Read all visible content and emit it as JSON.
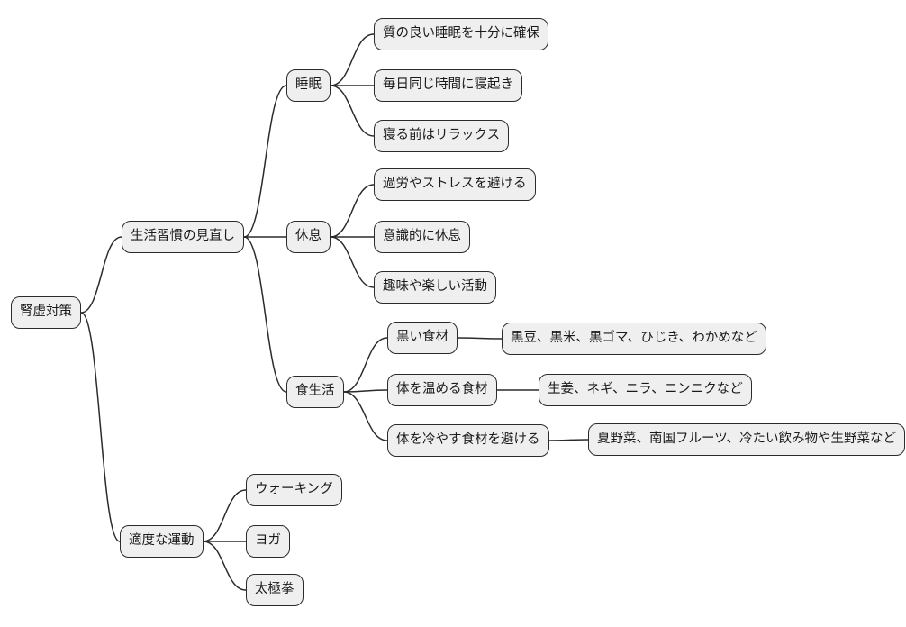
{
  "mindmap": {
    "root": {
      "label": "腎虚対策",
      "children": [
        {
          "label": "生活習慣の見直し",
          "children": [
            {
              "label": "睡眠",
              "children": [
                {
                  "label": "質の良い睡眠を十分に確保"
                },
                {
                  "label": "毎日同じ時間に寝起き"
                },
                {
                  "label": "寝る前はリラックス"
                }
              ]
            },
            {
              "label": "休息",
              "children": [
                {
                  "label": "過労やストレスを避ける"
                },
                {
                  "label": "意識的に休息"
                },
                {
                  "label": "趣味や楽しい活動"
                }
              ]
            },
            {
              "label": "食生活",
              "children": [
                {
                  "label": "黒い食材",
                  "children": [
                    {
                      "label": "黒豆、黒米、黒ゴマ、ひじき、わかめなど"
                    }
                  ]
                },
                {
                  "label": "体を温める食材",
                  "children": [
                    {
                      "label": "生姜、ネギ、ニラ、ニンニクなど"
                    }
                  ]
                },
                {
                  "label": "体を冷やす食材を避ける",
                  "children": [
                    {
                      "label": "夏野菜、南国フルーツ、冷たい飲み物や生野菜など"
                    }
                  ]
                }
              ]
            }
          ]
        },
        {
          "label": "適度な運動",
          "children": [
            {
              "label": "ウォーキング"
            },
            {
              "label": "ヨガ"
            },
            {
              "label": "太極拳"
            }
          ]
        }
      ]
    },
    "style": {
      "node_fill": "#efefef",
      "node_border": "#2b2b2b",
      "link_color": "#2b2b2b",
      "background": "#ffffff"
    }
  }
}
